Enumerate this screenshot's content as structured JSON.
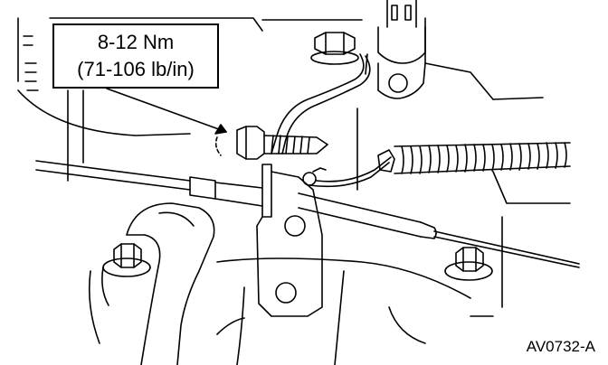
{
  "callout": {
    "torque_nm": "8-12 Nm",
    "torque_lbin": "(71-106 lb/in)"
  },
  "figure_id": "AV0732-A",
  "line_color": "#000000",
  "background_color": "#ffffff"
}
